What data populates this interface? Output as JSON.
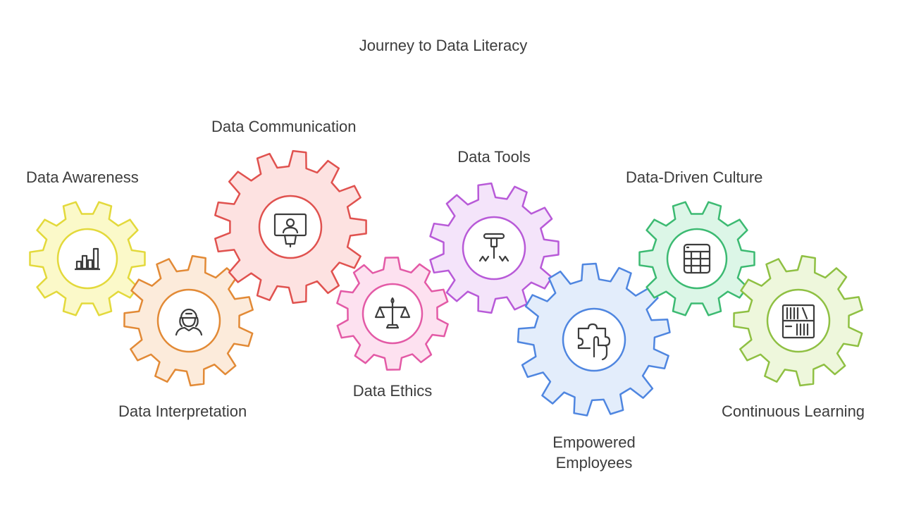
{
  "title": "Journey to Data Literacy",
  "stages": [
    {
      "label": "Data Awareness",
      "icon": "bar-chart-icon",
      "color": "#e3d93b",
      "fill": "#fbf9c9"
    },
    {
      "label": "Data Interpretation",
      "icon": "person-reading-icon",
      "color": "#e28a36",
      "fill": "#fcebdb"
    },
    {
      "label": "Data Communication",
      "icon": "presenter-screen-icon",
      "color": "#e0524f",
      "fill": "#fde2e1"
    },
    {
      "label": "Data Ethics",
      "icon": "balance-scale-icon",
      "color": "#e35aa6",
      "fill": "#fde1f0"
    },
    {
      "label": "Data Tools",
      "icon": "jackhammer-icon",
      "color": "#b85ad8",
      "fill": "#f4e4fa"
    },
    {
      "label": "Empowered Employees",
      "icon": "puzzle-hand-icon",
      "color": "#4f86e0",
      "fill": "#e3edfb"
    },
    {
      "label": "Data-Driven Culture",
      "icon": "table-grid-icon",
      "color": "#3cba72",
      "fill": "#dcf6e7"
    },
    {
      "label": "Continuous Learning",
      "icon": "bookshelf-icon",
      "color": "#8fc043",
      "fill": "#eef7dc"
    }
  ]
}
